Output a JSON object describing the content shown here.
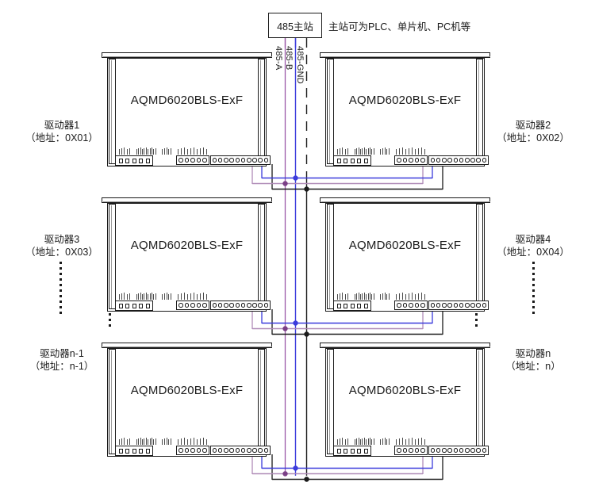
{
  "diagram": {
    "title_master": "485主站",
    "master_note": "主站可为PLC、单片机、PC机等",
    "bus_labels": [
      "485-A",
      "485-B",
      "485-GND"
    ],
    "bus_colors": {
      "a": "#9b59a8",
      "b": "#3b3bdc",
      "gnd": "#1a1a1a",
      "a_wire": "#b08cb8",
      "b_wire": "#3b3bdc",
      "gnd_wire": "#1a1a1a"
    },
    "device_model": "AQMD6020BLS-ExF",
    "devices": [
      {
        "name": "驱动器1",
        "address": "（地址：0X01）",
        "side": "left",
        "row": 0
      },
      {
        "name": "驱动器2",
        "address": "（地址：0X02）",
        "side": "right",
        "row": 0
      },
      {
        "name": "驱动器3",
        "address": "（地址：0X03）",
        "side": "left",
        "row": 1
      },
      {
        "name": "驱动器4",
        "address": "（地址：0X04）",
        "side": "right",
        "row": 1
      },
      {
        "name": "驱动器n-1",
        "address": "（地址：n-1）",
        "side": "left",
        "row": 2
      },
      {
        "name": "驱动器n",
        "address": "（地址：n）",
        "side": "right",
        "row": 2
      }
    ],
    "terminal_block_pins": {
      "left_square": 5,
      "mid_circle": 5,
      "right_circle": 10
    }
  }
}
